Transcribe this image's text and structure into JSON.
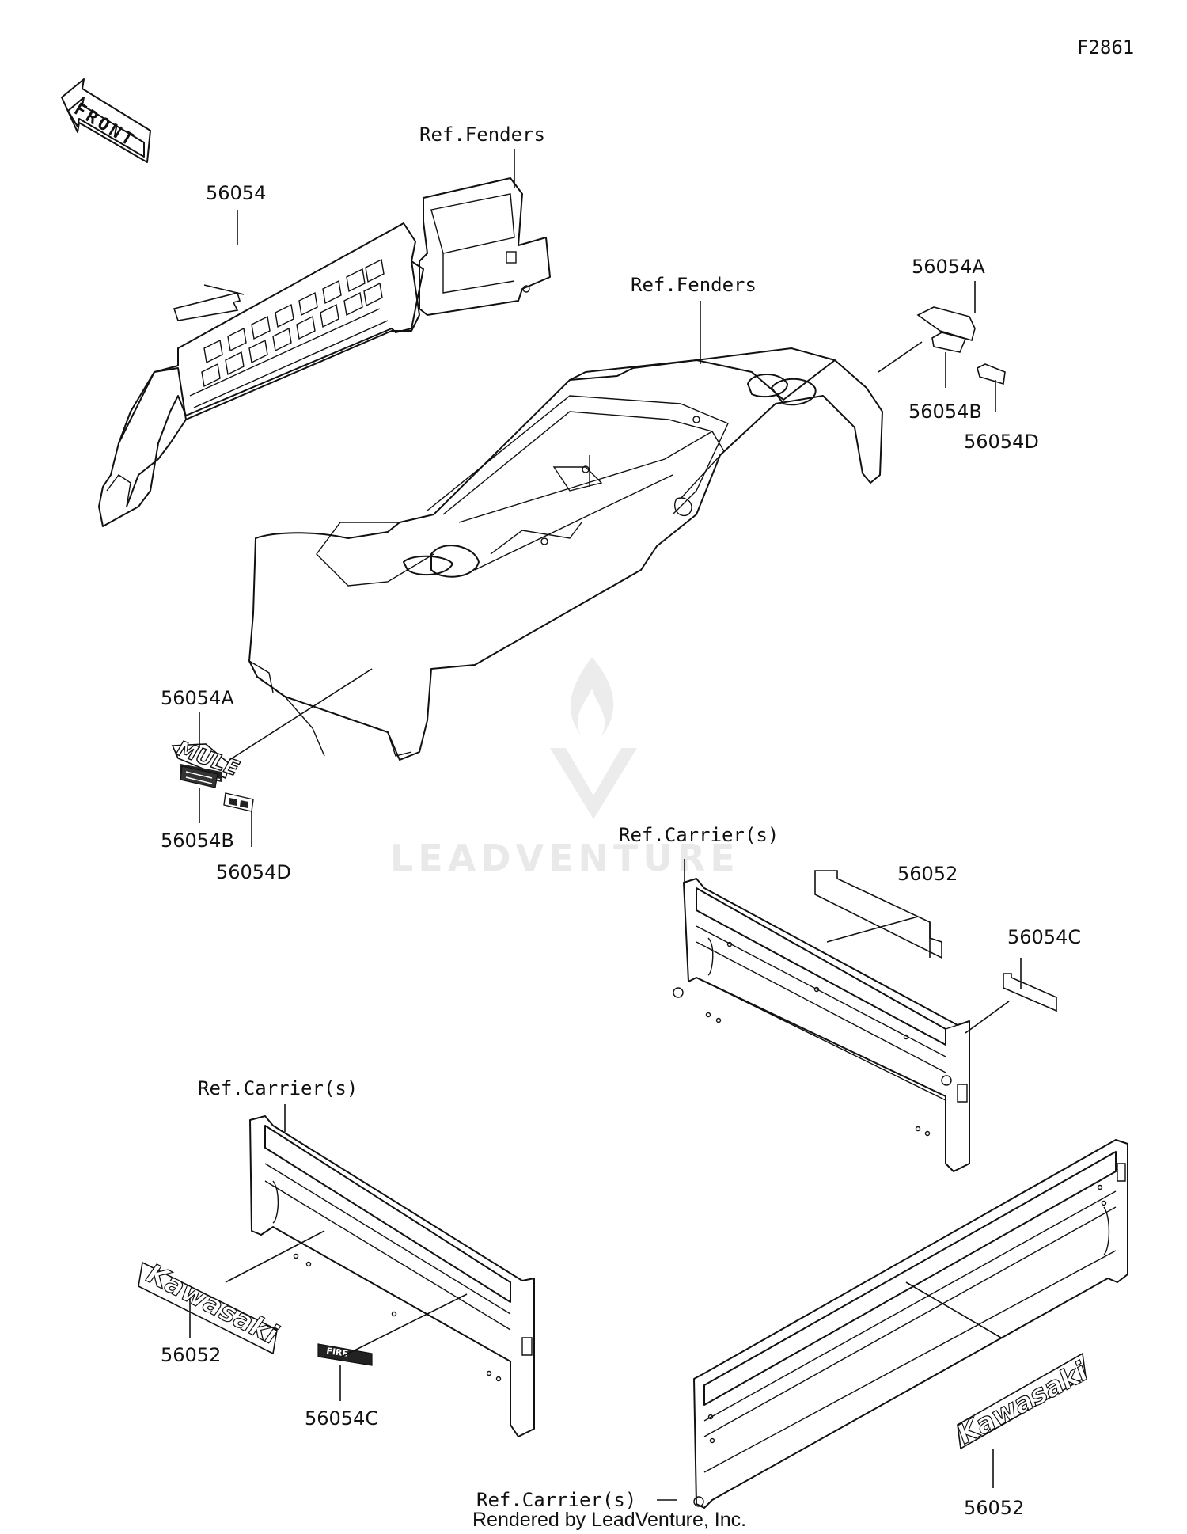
{
  "figure_code": "F2861",
  "front_arrow_label": "FRONT",
  "callouts": {
    "decal_grille": "56054",
    "ref_fenders_front": "Ref.Fenders",
    "ref_fenders_main": "Ref.Fenders",
    "decal_right_a": "56054A",
    "decal_right_b": "56054B",
    "decal_right_d": "56054D",
    "decal_left_a": "56054A",
    "decal_left_b": "56054B",
    "decal_left_d": "56054D",
    "ref_carrier_rear_panel": "Ref.Carrier(s)",
    "decal_rear_panel_56052": "56052",
    "decal_rear_panel_56054c": "56054C",
    "ref_carrier_left_panel": "Ref.Carrier(s)",
    "decal_left_panel_56052": "56052",
    "decal_left_panel_56054c": "56054C",
    "ref_carrier_right_panel": "Ref.Carrier(s)",
    "decal_right_panel_56052": "56052"
  },
  "decal_artwork": {
    "mule_logo": "MULE",
    "kawasaki_logo_left": "Kawasaki",
    "kawasaki_logo_right": "Kawasaki"
  },
  "watermark": "LEADVENTURE",
  "footer": "Rendered by LeadVenture, Inc."
}
